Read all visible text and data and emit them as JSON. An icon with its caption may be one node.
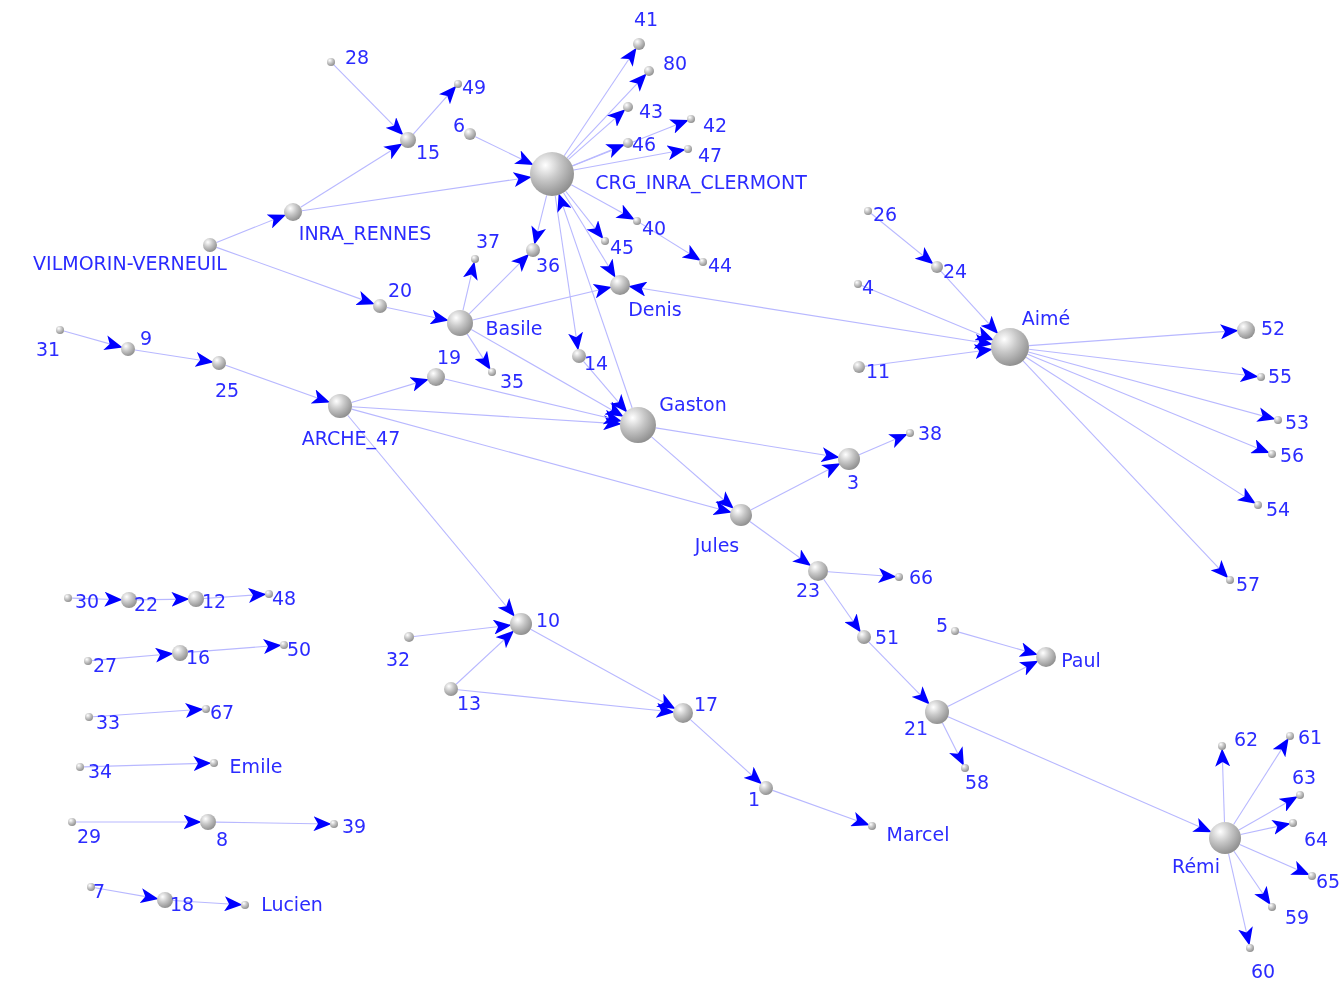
{
  "diagram": {
    "nodes": [
      {
        "text": [],
        "shape": "circle",
        "beside": [
          "41"
        ]
      },
      {
        "text": [],
        "shape": "circle",
        "beside": [
          "80"
        ]
      },
      {
        "text": [],
        "shape": "circle",
        "beside": [
          "28"
        ]
      },
      {
        "text": [],
        "shape": "circle",
        "beside": [
          "49"
        ]
      },
      {
        "text": [],
        "shape": "circle",
        "beside": [
          "43"
        ]
      },
      {
        "text": [],
        "shape": "circle",
        "beside": [
          "42"
        ]
      },
      {
        "text": [],
        "shape": "circle",
        "beside": [
          "6"
        ]
      },
      {
        "text": [],
        "shape": "circle",
        "beside": [
          "15"
        ]
      },
      {
        "text": [],
        "shape": "circle",
        "beside": [
          "46"
        ]
      },
      {
        "text": [],
        "shape": "circle",
        "beside": [
          "47"
        ]
      },
      {
        "text": [],
        "shape": "circle",
        "beside": [
          "CRG_INRA_CLERMONT"
        ]
      },
      {
        "text": [],
        "shape": "circle",
        "beside": [
          "26"
        ]
      },
      {
        "text": [],
        "shape": "circle",
        "beside": [
          "INRA_RENNES"
        ]
      },
      {
        "text": [],
        "shape": "circle",
        "beside": [
          "40"
        ]
      },
      {
        "text": [],
        "shape": "circle",
        "beside": [
          "VILMORIN-VERNEUIL"
        ]
      },
      {
        "text": [],
        "shape": "circle",
        "beside": [
          "37"
        ]
      },
      {
        "text": [],
        "shape": "circle",
        "beside": [
          "36"
        ]
      },
      {
        "text": [],
        "shape": "circle",
        "beside": [
          "45"
        ]
      },
      {
        "text": [],
        "shape": "circle",
        "beside": [
          "44"
        ]
      },
      {
        "text": [],
        "shape": "circle",
        "beside": [
          "24"
        ]
      },
      {
        "text": [],
        "shape": "circle",
        "beside": [
          "4"
        ]
      },
      {
        "text": [],
        "shape": "circle",
        "beside": [
          "Denis"
        ]
      },
      {
        "text": [],
        "shape": "circle",
        "beside": [
          "20"
        ]
      },
      {
        "text": [],
        "shape": "circle",
        "beside": [
          "Aimé"
        ]
      },
      {
        "text": [],
        "shape": "circle",
        "beside": [
          "52"
        ]
      },
      {
        "text": [],
        "shape": "circle",
        "beside": [
          "Basile"
        ]
      },
      {
        "text": [],
        "shape": "circle",
        "beside": [
          "31"
        ]
      },
      {
        "text": [],
        "shape": "circle",
        "beside": [
          "9"
        ]
      },
      {
        "text": [],
        "shape": "circle",
        "beside": [
          "14"
        ]
      },
      {
        "text": [],
        "shape": "circle",
        "beside": [
          "19"
        ]
      },
      {
        "text": [],
        "shape": "circle",
        "beside": [
          "25"
        ]
      },
      {
        "text": [],
        "shape": "circle",
        "beside": [
          "35"
        ]
      },
      {
        "text": [],
        "shape": "circle",
        "beside": [
          "11"
        ]
      },
      {
        "text": [],
        "shape": "circle",
        "beside": [
          "55"
        ]
      },
      {
        "text": [],
        "shape": "circle",
        "beside": [
          "ARCHE_47"
        ]
      },
      {
        "text": [],
        "shape": "circle",
        "beside": [
          "Gaston"
        ]
      },
      {
        "text": [],
        "shape": "circle",
        "beside": [
          "53"
        ]
      },
      {
        "text": [],
        "shape": "circle",
        "beside": [
          "38"
        ]
      },
      {
        "text": [],
        "shape": "circle",
        "beside": [
          "3"
        ]
      },
      {
        "text": [],
        "shape": "circle",
        "beside": [
          "56"
        ]
      },
      {
        "text": [],
        "shape": "circle",
        "beside": [
          "54"
        ]
      },
      {
        "text": [],
        "shape": "circle",
        "beside": [
          "Jules"
        ]
      },
      {
        "text": [],
        "shape": "circle",
        "beside": [
          "23"
        ]
      },
      {
        "text": [],
        "shape": "circle",
        "beside": [
          "66"
        ]
      },
      {
        "text": [],
        "shape": "circle",
        "beside": [
          "57"
        ]
      },
      {
        "text": [],
        "shape": "circle",
        "beside": [
          "30"
        ]
      },
      {
        "text": [],
        "shape": "circle",
        "beside": [
          "22"
        ]
      },
      {
        "text": [],
        "shape": "circle",
        "beside": [
          "12"
        ]
      },
      {
        "text": [],
        "shape": "circle",
        "beside": [
          "48"
        ]
      },
      {
        "text": [],
        "shape": "circle",
        "beside": [
          "10"
        ]
      },
      {
        "text": [],
        "shape": "circle",
        "beside": [
          "5"
        ]
      },
      {
        "text": [],
        "shape": "circle",
        "beside": [
          "51"
        ]
      },
      {
        "text": [],
        "shape": "circle",
        "beside": [
          "32"
        ]
      },
      {
        "text": [],
        "shape": "circle",
        "beside": [
          "16"
        ]
      },
      {
        "text": [],
        "shape": "circle",
        "beside": [
          "50"
        ]
      },
      {
        "text": [],
        "shape": "circle",
        "beside": [
          "27"
        ]
      },
      {
        "text": [],
        "shape": "circle",
        "beside": [
          "Paul"
        ]
      },
      {
        "text": [],
        "shape": "circle",
        "beside": [
          "13"
        ]
      },
      {
        "text": [],
        "shape": "circle",
        "beside": [
          "33"
        ]
      },
      {
        "text": [],
        "shape": "circle",
        "beside": [
          "67"
        ]
      },
      {
        "text": [],
        "shape": "circle",
        "beside": [
          "17"
        ]
      },
      {
        "text": [],
        "shape": "circle",
        "beside": [
          "21"
        ]
      },
      {
        "text": [],
        "shape": "circle",
        "beside": [
          "62"
        ]
      },
      {
        "text": [],
        "shape": "circle",
        "beside": [
          "61"
        ]
      },
      {
        "text": [],
        "shape": "circle",
        "beside": [
          "34"
        ]
      },
      {
        "text": [],
        "shape": "circle",
        "beside": [
          "Emile"
        ]
      },
      {
        "text": [],
        "shape": "circle",
        "beside": [
          "63"
        ]
      },
      {
        "text": [],
        "shape": "circle",
        "beside": [
          "58"
        ]
      },
      {
        "text": [],
        "shape": "circle",
        "beside": [
          "1"
        ]
      },
      {
        "text": [],
        "shape": "circle",
        "beside": [
          "29"
        ]
      },
      {
        "text": [],
        "shape": "circle",
        "beside": [
          "8"
        ]
      },
      {
        "text": [],
        "shape": "circle",
        "beside": [
          "39"
        ]
      },
      {
        "text": [],
        "shape": "circle",
        "beside": [
          "64"
        ]
      },
      {
        "text": [],
        "shape": "circle",
        "beside": [
          "Marcel"
        ]
      },
      {
        "text": [],
        "shape": "circle",
        "beside": [
          "Rémi"
        ]
      },
      {
        "text": [],
        "shape": "circle",
        "beside": [
          "65"
        ]
      },
      {
        "text": [],
        "shape": "circle",
        "beside": [
          "7"
        ]
      },
      {
        "text": [],
        "shape": "circle",
        "beside": [
          "18"
        ]
      },
      {
        "text": [],
        "shape": "circle",
        "beside": [
          "Lucien"
        ]
      },
      {
        "text": [],
        "shape": "circle",
        "beside": [
          "59"
        ]
      },
      {
        "text": [],
        "shape": "circle",
        "beside": [
          "60"
        ]
      }
    ],
    "edges": [
      {
        "from": 10,
        "to": 0,
        "arrow": "to"
      },
      {
        "from": 10,
        "to": 1,
        "arrow": "to"
      },
      {
        "from": 10,
        "to": 4,
        "arrow": "to"
      },
      {
        "from": 10,
        "to": 5,
        "arrow": "to"
      },
      {
        "from": 10,
        "to": 8,
        "arrow": "to"
      },
      {
        "from": 10,
        "to": 9,
        "arrow": "to"
      },
      {
        "from": 10,
        "to": 13,
        "arrow": "to"
      },
      {
        "from": 13,
        "to": 18,
        "arrow": "to"
      },
      {
        "from": 10,
        "to": 17,
        "arrow": "to"
      },
      {
        "from": 10,
        "to": 16,
        "arrow": "to"
      },
      {
        "from": 10,
        "to": 21,
        "arrow": "to"
      },
      {
        "from": 10,
        "to": 28,
        "arrow": "to"
      },
      {
        "from": 35,
        "to": 10,
        "arrow": "to"
      },
      {
        "from": 6,
        "to": 10,
        "arrow": "to"
      },
      {
        "from": 12,
        "to": 10,
        "arrow": "to"
      },
      {
        "from": 7,
        "to": 3,
        "arrow": "to"
      },
      {
        "from": 2,
        "to": 7,
        "arrow": "to"
      },
      {
        "from": 12,
        "to": 7,
        "arrow": "to"
      },
      {
        "from": 14,
        "to": 12,
        "arrow": "to"
      },
      {
        "from": 14,
        "to": 22,
        "arrow": "to"
      },
      {
        "from": 22,
        "to": 25,
        "arrow": "to"
      },
      {
        "from": 25,
        "to": 15,
        "arrow": "to"
      },
      {
        "from": 25,
        "to": 16,
        "arrow": "to"
      },
      {
        "from": 25,
        "to": 21,
        "arrow": "to"
      },
      {
        "from": 25,
        "to": 31,
        "arrow": "to"
      },
      {
        "from": 25,
        "to": 35,
        "arrow": "to"
      },
      {
        "from": 21,
        "to": 23,
        "arrow": "both"
      },
      {
        "from": 11,
        "to": 19,
        "arrow": "to"
      },
      {
        "from": 19,
        "to": 23,
        "arrow": "to"
      },
      {
        "from": 20,
        "to": 23,
        "arrow": "to"
      },
      {
        "from": 32,
        "to": 23,
        "arrow": "to"
      },
      {
        "from": 23,
        "to": 24,
        "arrow": "to"
      },
      {
        "from": 23,
        "to": 33,
        "arrow": "to"
      },
      {
        "from": 23,
        "to": 36,
        "arrow": "to"
      },
      {
        "from": 23,
        "to": 39,
        "arrow": "to"
      },
      {
        "from": 23,
        "to": 40,
        "arrow": "to"
      },
      {
        "from": 23,
        "to": 44,
        "arrow": "to"
      },
      {
        "from": 26,
        "to": 27,
        "arrow": "to"
      },
      {
        "from": 27,
        "to": 30,
        "arrow": "to"
      },
      {
        "from": 30,
        "to": 34,
        "arrow": "to"
      },
      {
        "from": 34,
        "to": 29,
        "arrow": "to"
      },
      {
        "from": 34,
        "to": 35,
        "arrow": "to"
      },
      {
        "from": 29,
        "to": 35,
        "arrow": "to"
      },
      {
        "from": 34,
        "to": 41,
        "arrow": "to"
      },
      {
        "from": 34,
        "to": 49,
        "arrow": "to"
      },
      {
        "from": 28,
        "to": 35,
        "arrow": "to"
      },
      {
        "from": 35,
        "to": 38,
        "arrow": "to"
      },
      {
        "from": 35,
        "to": 41,
        "arrow": "to"
      },
      {
        "from": 41,
        "to": 38,
        "arrow": "to"
      },
      {
        "from": 38,
        "to": 37,
        "arrow": "to"
      },
      {
        "from": 41,
        "to": 42,
        "arrow": "to"
      },
      {
        "from": 42,
        "to": 43,
        "arrow": "to"
      },
      {
        "from": 42,
        "to": 51,
        "arrow": "to"
      },
      {
        "from": 51,
        "to": 61,
        "arrow": "to"
      },
      {
        "from": 61,
        "to": 56,
        "arrow": "to"
      },
      {
        "from": 50,
        "to": 56,
        "arrow": "to"
      },
      {
        "from": 61,
        "to": 67,
        "arrow": "to"
      },
      {
        "from": 61,
        "to": 74,
        "arrow": "to"
      },
      {
        "from": 74,
        "to": 62,
        "arrow": "to"
      },
      {
        "from": 74,
        "to": 63,
        "arrow": "to"
      },
      {
        "from": 74,
        "to": 66,
        "arrow": "to"
      },
      {
        "from": 74,
        "to": 72,
        "arrow": "to"
      },
      {
        "from": 74,
        "to": 75,
        "arrow": "to"
      },
      {
        "from": 74,
        "to": 79,
        "arrow": "to"
      },
      {
        "from": 74,
        "to": 80,
        "arrow": "to"
      },
      {
        "from": 52,
        "to": 49,
        "arrow": "to"
      },
      {
        "from": 57,
        "to": 49,
        "arrow": "to"
      },
      {
        "from": 57,
        "to": 60,
        "arrow": "to"
      },
      {
        "from": 49,
        "to": 60,
        "arrow": "to"
      },
      {
        "from": 60,
        "to": 68,
        "arrow": "to"
      },
      {
        "from": 68,
        "to": 73,
        "arrow": "to"
      },
      {
        "from": 45,
        "to": 46,
        "arrow": "to"
      },
      {
        "from": 46,
        "to": 47,
        "arrow": "to"
      },
      {
        "from": 47,
        "to": 48,
        "arrow": "to"
      },
      {
        "from": 55,
        "to": 53,
        "arrow": "to"
      },
      {
        "from": 53,
        "to": 54,
        "arrow": "to"
      },
      {
        "from": 58,
        "to": 59,
        "arrow": "to"
      },
      {
        "from": 64,
        "to": 65,
        "arrow": "to"
      },
      {
        "from": 69,
        "to": 70,
        "arrow": "to"
      },
      {
        "from": 70,
        "to": 71,
        "arrow": "to"
      },
      {
        "from": 76,
        "to": 77,
        "arrow": "to"
      },
      {
        "from": 77,
        "to": 78,
        "arrow": "to"
      }
    ]
  }
}
